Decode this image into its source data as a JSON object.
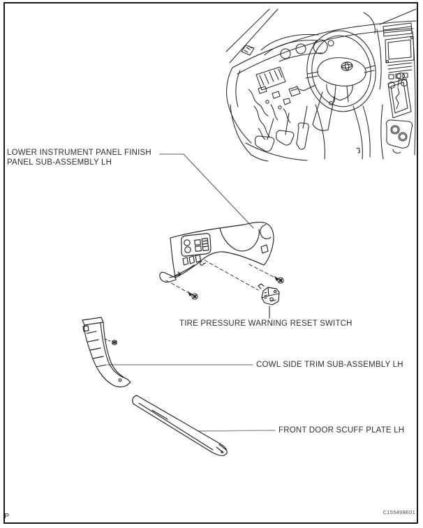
{
  "page": {
    "background": "#ffffff",
    "border_color": "#161616",
    "footer_left": "P",
    "figure_code": "C155499E01"
  },
  "colors": {
    "line_art": "#262626",
    "leader_gray": "#9a9a9a",
    "leader_dark": "#5a5a5a",
    "dashed_line": "#3a3a3a",
    "label_text": "#2e2e2e"
  },
  "callouts": {
    "lower_instrument_panel": {
      "line1": "LOWER INSTRUMENT PANEL FINISH",
      "line2": "PANEL SUB-ASSEMBLY LH"
    },
    "tire_pressure_switch": {
      "label": "TIRE PRESSURE WARNING RESET SWITCH"
    },
    "cowl_side_trim": {
      "label": "COWL SIDE TRIM SUB-ASSEMBLY LH"
    },
    "front_door_scuff_plate": {
      "label": "FRONT DOOR SCUFF PLATE LH"
    }
  },
  "illustrations": [
    "dashboard-overview-illustration",
    "lower-instrument-panel-drawing",
    "screw-icon",
    "tire-pressure-switch-drawing",
    "cowl-side-trim-drawing",
    "clip-fastener-icon",
    "front-door-scuff-plate-drawing"
  ]
}
